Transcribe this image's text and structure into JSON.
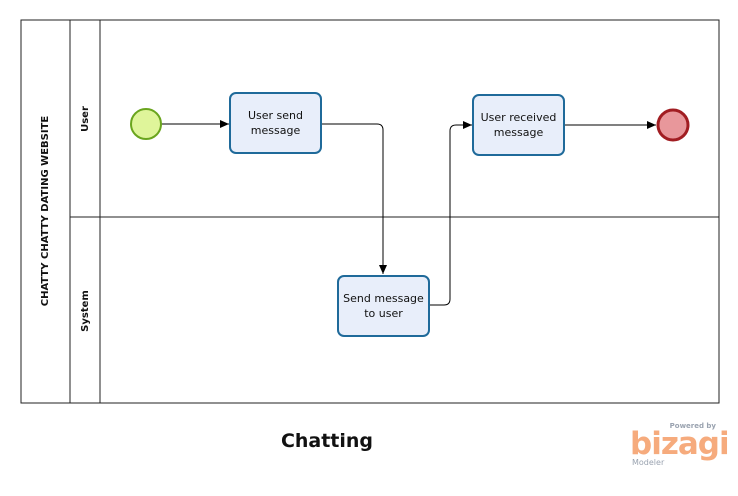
{
  "pool": {
    "label": "CHATTY CHATTY DATING WEBSITE"
  },
  "lanes": [
    {
      "label": "User"
    },
    {
      "label": "System"
    }
  ],
  "tasks": {
    "user_send": [
      "User send",
      "message"
    ],
    "send_to_user": [
      "Send message",
      "to user"
    ],
    "user_received": [
      "User received",
      "message"
    ]
  },
  "diagram": {
    "title": "Chatting"
  },
  "logo": {
    "powered": "Powered by",
    "brand": "bizagi",
    "product": "Modeler"
  },
  "colors": {
    "start_fill": "#dff59a",
    "start_stroke": "#6aa51e",
    "end_fill": "#e8979b",
    "end_stroke": "#a11d22",
    "task_fill": "#e8eefa",
    "task_stroke": "#1f6a9a"
  }
}
